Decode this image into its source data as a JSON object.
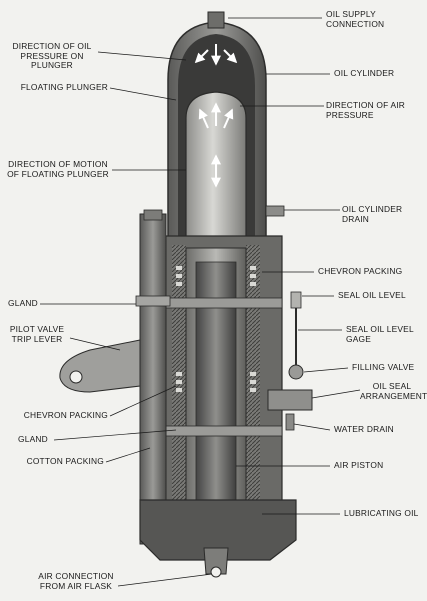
{
  "diagram": {
    "labels": {
      "oil_supply_connection": "OIL SUPPLY\nCONNECTION",
      "direction_oil_pressure": "DIRECTION OF OIL\nPRESSURE ON PLUNGER",
      "oil_cylinder": "OIL CYLINDER",
      "floating_plunger": "FLOATING PLUNGER",
      "direction_air_pressure": "DIRECTION OF AIR\nPRESSURE",
      "direction_motion_plunger": "DIRECTION OF MOTION\nOF FLOATING PLUNGER",
      "oil_cylinder_drain": "OIL CYLINDER\nDRAIN",
      "chevron_packing_upper": "CHEVRON PACKING",
      "gland_upper": "GLAND",
      "seal_oil_level": "SEAL OIL LEVEL",
      "seal_oil_level_gage": "SEAL OIL LEVEL\nGAGE",
      "pilot_valve_trip_lever": "PILOT VALVE\nTRIP LEVER",
      "filling_valve": "FILLING VALVE",
      "oil_seal_arrangement": "OIL SEAL\nARRANGEMENT",
      "chevron_packing_lower": "CHEVRON PACKING",
      "water_drain": "WATER DRAIN",
      "gland_lower": "GLAND",
      "cotton_packing": "COTTON PACKING",
      "air_piston": "AIR PISTON",
      "lubricating_oil": "LUBRICATING OIL",
      "air_connection": "AIR CONNECTION\nFROM AIR FLASK"
    }
  },
  "colors": {
    "background": "#f2f2ef",
    "metal_dark": "#555555",
    "metal_mid": "#8a8a88",
    "metal_light": "#cfcfcb",
    "leader": "#1a1a1a"
  }
}
